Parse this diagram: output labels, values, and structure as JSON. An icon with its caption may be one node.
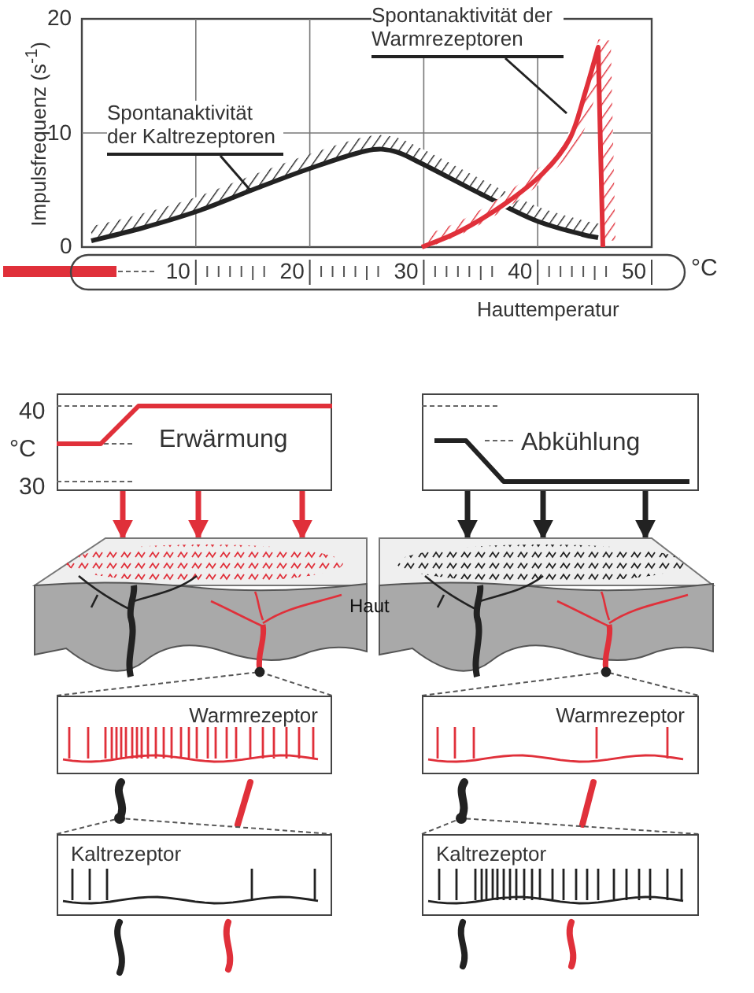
{
  "diagram": {
    "nodes": [
      {
        "text": [
          "Spontanaktivität der Warmrezeptoren"
        ]
      },
      {
        "text": [
          "Spontanaktivität der Kaltrezeptoren"
        ]
      },
      {
        "text": [
          "Erwärmung"
        ],
        "beside": [
          "40",
          "°C",
          "30"
        ]
      },
      {
        "text": [
          "Abkühlung"
        ]
      },
      {
        "text": [
          "Haut"
        ]
      },
      {
        "text": [
          "Warmrezeptor"
        ]
      },
      {
        "text": [
          "Warmrezeptor"
        ]
      },
      {
        "text": [
          "Kaltrezeptor"
        ]
      },
      {
        "text": [
          "Kaltrezeptor"
        ]
      }
    ],
    "edges": [
      {
        "from": 0,
        "to": null,
        "arrow": "none"
      },
      {
        "from": 1,
        "to": null,
        "arrow": "none"
      },
      {
        "from": 2,
        "to": 4,
        "arrow": "to",
        "color": "#e0303a"
      },
      {
        "from": 2,
        "to": 4,
        "arrow": "to",
        "color": "#e0303a"
      },
      {
        "from": 2,
        "to": 4,
        "arrow": "to",
        "color": "#e0303a"
      },
      {
        "from": 3,
        "to": 4,
        "arrow": "to"
      },
      {
        "from": 3,
        "to": 4,
        "arrow": "to"
      },
      {
        "from": 3,
        "to": 4,
        "arrow": "to"
      }
    ],
    "labels": [
      "20",
      "10",
      "0",
      "Impulsfrequenz (s$^{-1}$)",
      "10",
      "20",
      "30",
      "40",
      "50",
      "°C",
      "Hauttemperatur"
    ]
  }
}
